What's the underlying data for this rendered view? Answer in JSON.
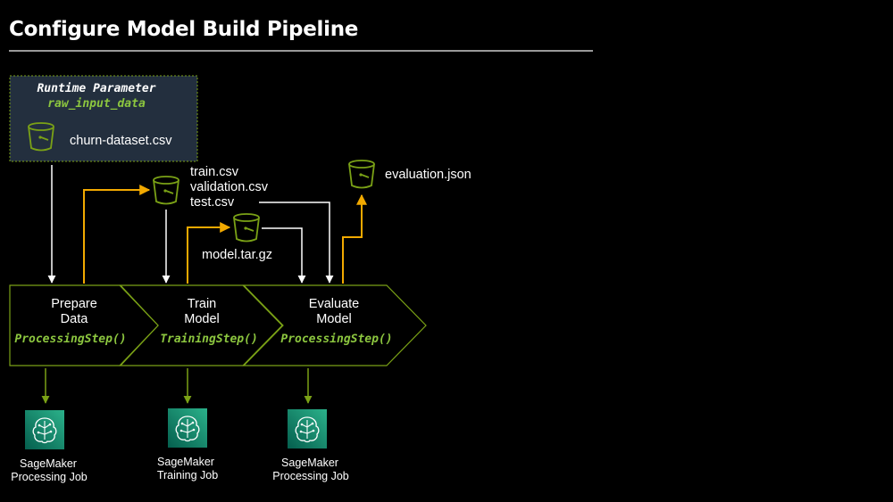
{
  "title": "Configure Model Build Pipeline",
  "colors": {
    "background": "#000000",
    "accent_green": "#7aa116",
    "code_green": "#8cc63f",
    "arrow_orange": "#f2a900",
    "arrow_white": "#ffffff",
    "sagemaker_teal": "#1b8a6b",
    "param_box_fill": "#232f3e"
  },
  "runtime_parameter": {
    "heading": "Runtime Parameter",
    "name": "raw_input_data",
    "dataset": {
      "icon": "s3-bucket-icon",
      "label": "churn-dataset.csv"
    }
  },
  "artifacts": {
    "split_data": {
      "icon": "s3-bucket-icon",
      "labels": [
        "train.csv",
        "validation.csv",
        "test.csv"
      ]
    },
    "model": {
      "icon": "s3-bucket-icon",
      "label": "model.tar.gz"
    },
    "evaluation": {
      "icon": "s3-bucket-icon",
      "label": "evaluation.json"
    }
  },
  "steps": [
    {
      "line1": "Prepare",
      "line2": "Data",
      "code": "ProcessingStep()",
      "job": {
        "icon": "sagemaker-icon",
        "line1": "SageMaker",
        "line2": "Processing Job"
      }
    },
    {
      "line1": "Train",
      "line2": "Model",
      "code": "TrainingStep()",
      "job": {
        "icon": "sagemaker-icon",
        "line1": "SageMaker",
        "line2": "Training Job"
      }
    },
    {
      "line1": "Evaluate",
      "line2": "Model",
      "code": "ProcessingStep()",
      "job": {
        "icon": "sagemaker-icon",
        "line1": "SageMaker",
        "line2": "Processing Job"
      }
    }
  ]
}
